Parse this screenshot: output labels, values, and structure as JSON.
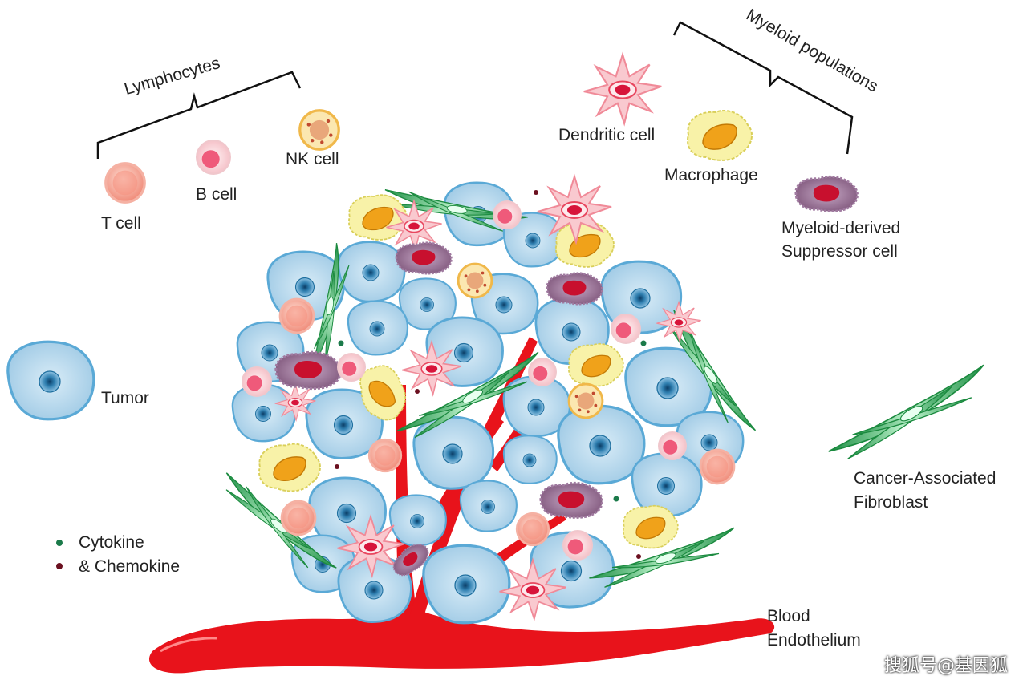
{
  "labels": {
    "lymphocytes": "Lymphocytes",
    "t_cell": "T cell",
    "b_cell": "B cell",
    "nk_cell": "NK cell",
    "myeloid_populations": "Myeloid populations",
    "dendritic_cell": "Dendritic cell",
    "macrophage": "Macrophage",
    "mdsc_line1": "Myeloid-derived",
    "mdsc_line2": "Suppressor cell",
    "tumor": "Tumor",
    "caf_line1": "Cancer-Associated",
    "caf_line2": "Fibroblast",
    "cytokine": "Cytokine",
    "chemokine": "& Chemokine",
    "blood_line1": "Blood",
    "blood_line2": "Endothelium"
  },
  "watermark": "搜狐号@基因狐",
  "colors": {
    "tumor_fill": "#a9cfe8",
    "tumor_edge": "#5aa9d6",
    "nucleus": "#2f7fb0",
    "t_cell": "#f4a090",
    "b_cell": "#f7c6cc",
    "nk_cell": "#f6d98a",
    "dendritic": "#f7b7c0",
    "macrophage": "#f7f0a6",
    "mdsc": "#9a6e95",
    "fibroblast": "#2fae5a",
    "blood": "#e8131b",
    "cytokine": "#1b7a4a",
    "chemokine": "#6b1020"
  }
}
